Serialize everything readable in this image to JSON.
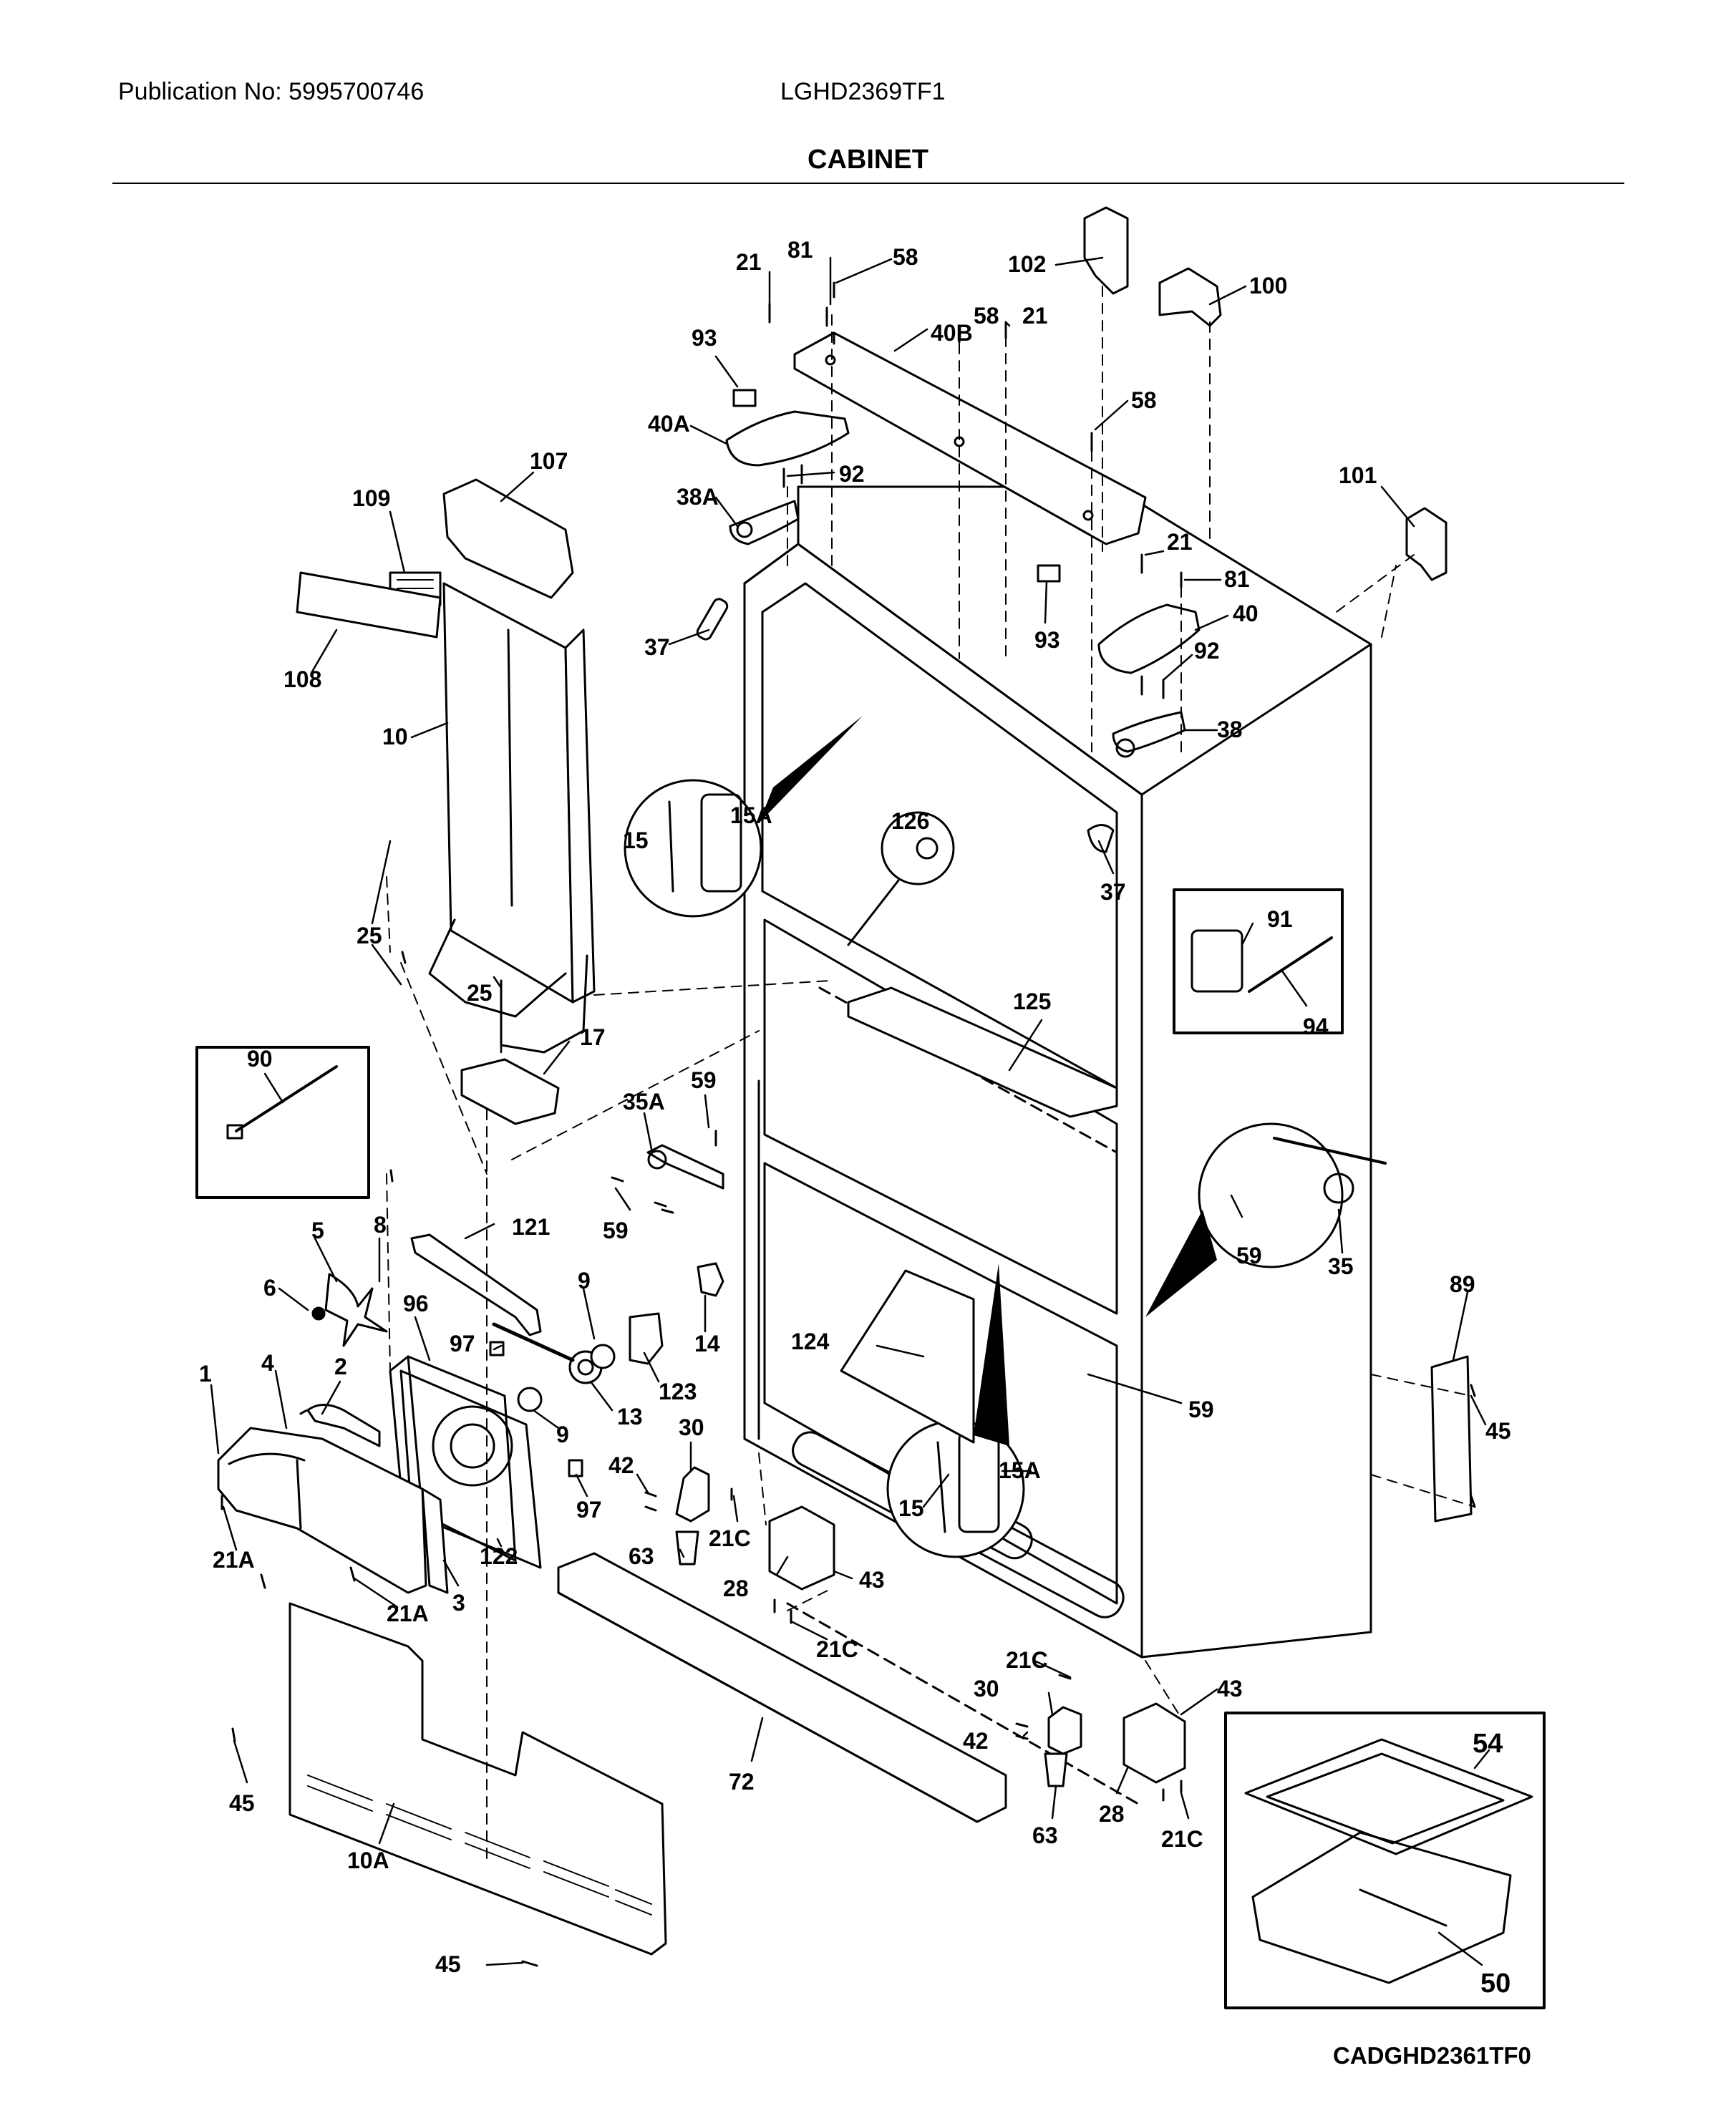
{
  "header": {
    "publication": "Publication No: 5995700746",
    "model": "LGHD2369TF1",
    "section_title": "CABINET"
  },
  "footer": {
    "diagram_code": "CADGHD2361TF0"
  },
  "callouts": [
    {
      "id": "c-21-a",
      "label": "21"
    },
    {
      "id": "c-81-a",
      "label": "81"
    },
    {
      "id": "c-58-a",
      "label": "58"
    },
    {
      "id": "c-102",
      "label": "102"
    },
    {
      "id": "c-100",
      "label": "100"
    },
    {
      "id": "c-93-a",
      "label": "93"
    },
    {
      "id": "c-40b",
      "label": "40B"
    },
    {
      "id": "c-58-b",
      "label": "58"
    },
    {
      "id": "c-21-b",
      "label": "21"
    },
    {
      "id": "c-58-c",
      "label": "58"
    },
    {
      "id": "c-40a",
      "label": "40A"
    },
    {
      "id": "c-92-a",
      "label": "92"
    },
    {
      "id": "c-107",
      "label": "107"
    },
    {
      "id": "c-38a",
      "label": "38A"
    },
    {
      "id": "c-101",
      "label": "101"
    },
    {
      "id": "c-109",
      "label": "109"
    },
    {
      "id": "c-21-c",
      "label": "21"
    },
    {
      "id": "c-81-b",
      "label": "81"
    },
    {
      "id": "c-37-a",
      "label": "37"
    },
    {
      "id": "c-93-b",
      "label": "93"
    },
    {
      "id": "c-40",
      "label": "40"
    },
    {
      "id": "c-108",
      "label": "108"
    },
    {
      "id": "c-92-b",
      "label": "92"
    },
    {
      "id": "c-10",
      "label": "10"
    },
    {
      "id": "c-38",
      "label": "38"
    },
    {
      "id": "c-15-a",
      "label": "15"
    },
    {
      "id": "c-15a-a",
      "label": "15A"
    },
    {
      "id": "c-126",
      "label": "126"
    },
    {
      "id": "c-37-b",
      "label": "37"
    },
    {
      "id": "c-91",
      "label": "91"
    },
    {
      "id": "c-94",
      "label": "94"
    },
    {
      "id": "c-25-a",
      "label": "25"
    },
    {
      "id": "c-25-b",
      "label": "25"
    },
    {
      "id": "c-125",
      "label": "125"
    },
    {
      "id": "c-17",
      "label": "17"
    },
    {
      "id": "c-90",
      "label": "90"
    },
    {
      "id": "c-59-a",
      "label": "59"
    },
    {
      "id": "c-35a",
      "label": "35A"
    },
    {
      "id": "c-59-b",
      "label": "59"
    },
    {
      "id": "c-59-c",
      "label": "59"
    },
    {
      "id": "c-35",
      "label": "35"
    },
    {
      "id": "c-5",
      "label": "5"
    },
    {
      "id": "c-8",
      "label": "8"
    },
    {
      "id": "c-121",
      "label": "121"
    },
    {
      "id": "c-6",
      "label": "6"
    },
    {
      "id": "c-96",
      "label": "96"
    },
    {
      "id": "c-9-a",
      "label": "9"
    },
    {
      "id": "c-14",
      "label": "14"
    },
    {
      "id": "c-89",
      "label": "89"
    },
    {
      "id": "c-97-a",
      "label": "97"
    },
    {
      "id": "c-124",
      "label": "124"
    },
    {
      "id": "c-123",
      "label": "123"
    },
    {
      "id": "c-13",
      "label": "13"
    },
    {
      "id": "c-1",
      "label": "1"
    },
    {
      "id": "c-4",
      "label": "4"
    },
    {
      "id": "c-2",
      "label": "2"
    },
    {
      "id": "c-30-a",
      "label": "30"
    },
    {
      "id": "c-59-d",
      "label": "59"
    },
    {
      "id": "c-9-b",
      "label": "9"
    },
    {
      "id": "c-45-a",
      "label": "45"
    },
    {
      "id": "c-42-a",
      "label": "42"
    },
    {
      "id": "c-15a-b",
      "label": "15A"
    },
    {
      "id": "c-97-b",
      "label": "97"
    },
    {
      "id": "c-15-b",
      "label": "15"
    },
    {
      "id": "c-21c-a",
      "label": "21C"
    },
    {
      "id": "c-122",
      "label": "122"
    },
    {
      "id": "c-21a-a",
      "label": "21A"
    },
    {
      "id": "c-63-a",
      "label": "63"
    },
    {
      "id": "c-28-a",
      "label": "28"
    },
    {
      "id": "c-43-a",
      "label": "43"
    },
    {
      "id": "c-3",
      "label": "3"
    },
    {
      "id": "c-21a-b",
      "label": "21A"
    },
    {
      "id": "c-21c-b",
      "label": "21C"
    },
    {
      "id": "c-21c-c",
      "label": "21C"
    },
    {
      "id": "c-30-b",
      "label": "30"
    },
    {
      "id": "c-43-b",
      "label": "43"
    },
    {
      "id": "c-42-b",
      "label": "42"
    },
    {
      "id": "c-54",
      "label": "54"
    },
    {
      "id": "c-72",
      "label": "72"
    },
    {
      "id": "c-45-b",
      "label": "45"
    },
    {
      "id": "c-28-b",
      "label": "28"
    },
    {
      "id": "c-63-b",
      "label": "63"
    },
    {
      "id": "c-21c-d",
      "label": "21C"
    },
    {
      "id": "c-10a",
      "label": "10A"
    },
    {
      "id": "c-50",
      "label": "50"
    },
    {
      "id": "c-45-c",
      "label": "45"
    }
  ]
}
